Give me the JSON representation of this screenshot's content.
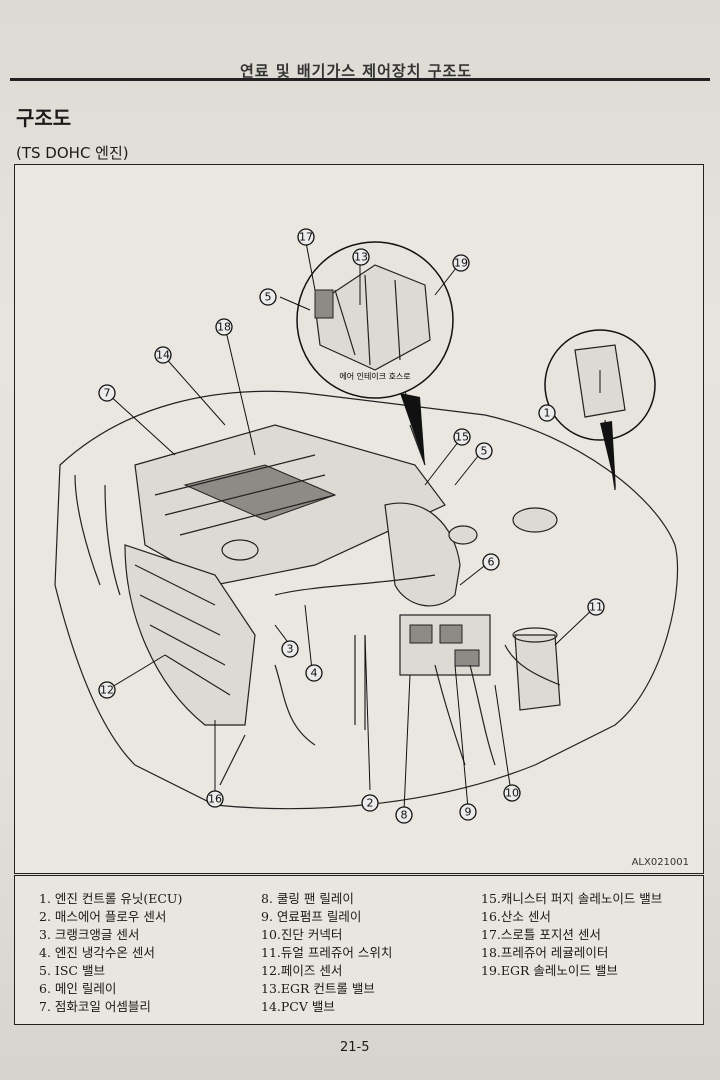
{
  "header": {
    "title": "연료 및 배기가스 제어장치 구조도"
  },
  "section_title": "구조도",
  "subtitle": "(TS DOHC 엔진)",
  "figure": {
    "code": "ALX021001",
    "inset_caption": "에어 인테이크 호스로",
    "callouts": [
      "1",
      "2",
      "3",
      "4",
      "5",
      "5",
      "6",
      "7",
      "8",
      "9",
      "10",
      "11",
      "12",
      "13",
      "14",
      "15",
      "16",
      "17",
      "18",
      "19"
    ]
  },
  "legend": {
    "col1": [
      "1. 엔진 컨트롤 유닛(ECU)",
      "2. 매스에어 플로우 센서",
      "3. 크랭크앵글 센서",
      "4. 엔진 냉각수온 센서",
      "5. ISC 밸브",
      "6. 메인 릴레이",
      "7. 점화코일 어셈블리"
    ],
    "col2": [
      "8. 쿨링 팬 릴레이",
      "9. 연료펌프 릴레이",
      "10.진단 커넥터",
      "11.듀얼 프레쥬어 스위치",
      "12.페이즈 센서",
      "13.EGR 컨트롤 밸브",
      "14.PCV 밸브"
    ],
    "col3": [
      "15.캐니스터 퍼지 솔레노이드 밸브",
      "16.산소 센서",
      "17.스로틀 포지션 센서",
      "18.프레쥬어 레귤레이터",
      "19.EGR 솔레노이드 밸브"
    ]
  },
  "page_number": "21-5"
}
